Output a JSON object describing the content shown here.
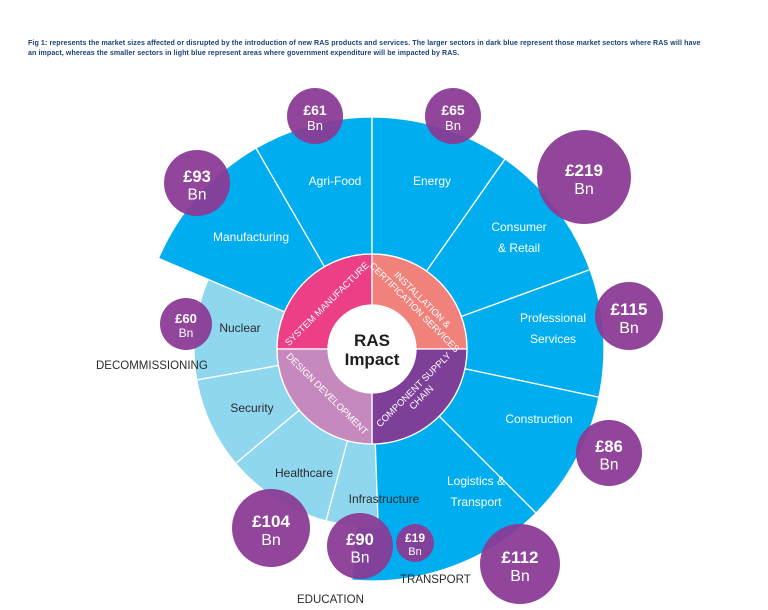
{
  "caption": "Fig 1: represents the market sizes affected or disrupted by the introduction of new RAS products and services. The larger sectors in dark blue represent those market sectors where RAS will have an impact, whereas the smaller sectors in light blue represent areas where government expenditure will be impacted by RAS.",
  "center": {
    "line1": "RAS",
    "line2": "Impact"
  },
  "colors": {
    "dark_blue": "#00aeef",
    "light_blue": "#8fd6ef",
    "pink": "#ec3f86",
    "salmon": "#f0817b",
    "purple": "#7e3f99",
    "lilac": "#c689be",
    "bubble": "#8a3a95"
  },
  "inner_ring": {
    "system_manufacture": "SYSTEM MANUFACTURE",
    "installation_line1": "INSTALLATION &",
    "installation_line2": "CERTIFICATION SERVICES",
    "component_line1": "COMPONENT SUPPLY",
    "component_line2": "CHAIN",
    "design_development": "DESIGN DEVELOPMENT"
  },
  "sectors": {
    "manufacturing": "Manufacturing",
    "agri_food": "Agri-Food",
    "energy": "Energy",
    "consumer_line1": "Consumer",
    "consumer_line2": "& Retail",
    "professional_line1": "Professional",
    "professional_line2": "Services",
    "construction": "Construction",
    "logistics_line1": "Logistics &",
    "logistics_line2": "Transport",
    "infrastructure": "Infrastructure",
    "healthcare": "Healthcare",
    "security": "Security",
    "nuclear": "Nuclear"
  },
  "values": {
    "agri_food": "£61",
    "energy": "£65",
    "manufacturing": "£93",
    "consumer_retail": "£219",
    "professional_services": "£115",
    "construction": "£86",
    "logistics_transport": "£112",
    "infrastructure_transport": "£19",
    "education": "£90",
    "healthcare": "£104",
    "nuclear": "£60"
  },
  "unit": "Bn",
  "outer_labels": {
    "decommissioning": "DECOMMISSIONING",
    "transport": "TRANSPORT",
    "education": "EDUCATION"
  }
}
